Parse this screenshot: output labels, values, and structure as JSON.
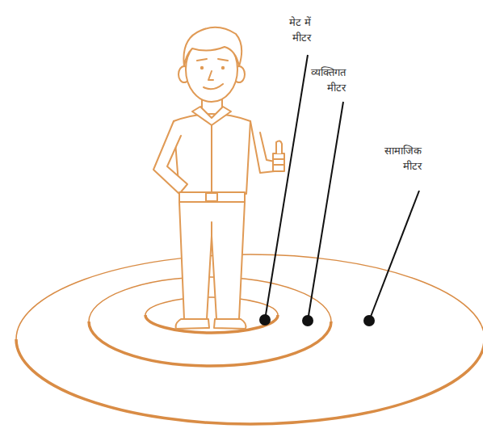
{
  "diagram": {
    "labels": [
      "मेट में मीटर",
      "व्यक्तिगत मीटर",
      "सामाजिक मीटर"
    ]
  }
}
